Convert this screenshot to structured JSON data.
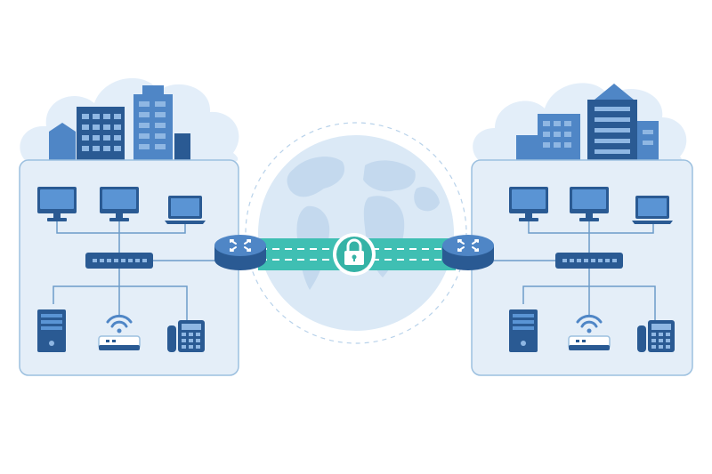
{
  "colors": {
    "background": "#ffffff",
    "site_fill": "#e4eef8",
    "site_border": "#9cc0df",
    "cloud": "#e3eef9",
    "globe_ocean": "#dbe9f6",
    "globe_land": "#c4d9ee",
    "device_dark": "#2a5a93",
    "device_mid": "#4f86c6",
    "device_light": "#8fb7e3",
    "screen": "#5a94d4",
    "wire": "#6d9cc9",
    "tunnel": "#3fbfb3",
    "lock_bg": "#ffffff",
    "lock": "#35b3a6"
  },
  "sites": [
    {
      "id": "left",
      "devices": [
        "desktop-monitor-icon",
        "desktop-monitor-icon",
        "laptop-icon",
        "network-switch-icon",
        "server-tower-icon",
        "wifi-router-icon",
        "desk-phone-icon"
      ],
      "router": "router-icon"
    },
    {
      "id": "right",
      "devices": [
        "desktop-monitor-icon",
        "desktop-monitor-icon",
        "laptop-icon",
        "network-switch-icon",
        "server-tower-icon",
        "wifi-router-icon",
        "desk-phone-icon"
      ],
      "router": "router-icon"
    }
  ],
  "center": {
    "globe": "globe-icon",
    "tunnel": "vpn-tunnel",
    "lock": "padlock-icon"
  }
}
